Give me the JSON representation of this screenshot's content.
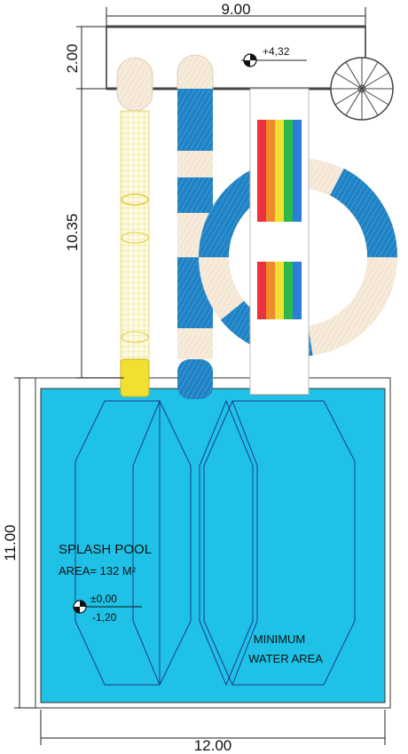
{
  "dimensions": {
    "top_width": "9.00",
    "top_height": "2.00",
    "tower_height": "10.35",
    "pool_length": "11.00",
    "pool_width": "12.00"
  },
  "levels": {
    "top": "+4,32",
    "pool_surface": "±0,00",
    "pool_depth": "-1,20"
  },
  "pool": {
    "name": "SPLASH POOL",
    "area": "AREA= 132 M²",
    "zone_line1": "MINIMUM",
    "zone_line2": "WATER AREA"
  },
  "colors": {
    "water": "#1fc2e6",
    "slide_blue": "#1f82c4",
    "slide_cream": "#f5e6d3",
    "tube_yellow": "#e8d84a",
    "stair_red": "#e8323c",
    "stair_orange": "#f08a2a",
    "stair_yellow": "#f2e030",
    "stair_green": "#2fb84a",
    "stair_blue": "#2a7fd8"
  }
}
